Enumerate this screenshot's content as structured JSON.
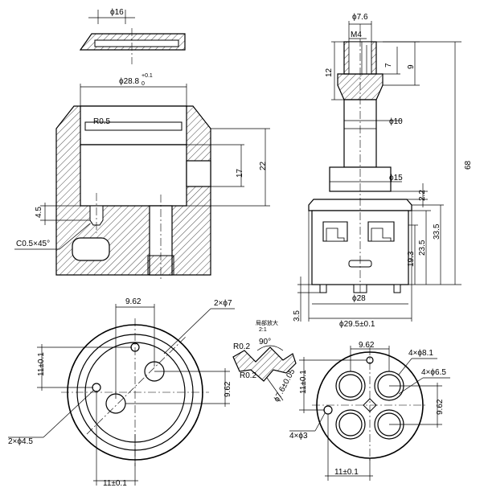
{
  "top_view": {
    "dia16": "ϕ16"
  },
  "section_view": {
    "dia_bore": "ϕ28.8",
    "tol_upper": "+0.1",
    "tol_lower": "0",
    "radius": "R0.5",
    "dim_17": "17",
    "dim_22": "22",
    "dim_45": "4.5",
    "chamfer": "C0.5×45°"
  },
  "side_view": {
    "dia_76": "ϕ7.6",
    "thread": "M4",
    "dim_12": "12",
    "dim_7": "7",
    "dim_9": "9",
    "dia_10": "ϕ10",
    "dia_15": "ϕ15",
    "dim_68": "68",
    "dim_22": "2.2",
    "dim_335": "33.5",
    "dim_235": "23.5",
    "dim_193": "19.3",
    "dia_28": "ϕ28",
    "dim_35": "3.5",
    "dia_295": "ϕ29.5±0.1"
  },
  "bottom_left": {
    "dim_962": "9.62",
    "holes_7": "2×ϕ7",
    "dim_11v": "11±0.1",
    "dim_962v": "9.62",
    "holes_45": "2×ϕ4.5",
    "dim_11h": "11±0.1"
  },
  "detail": {
    "scale_top": "局部放大",
    "scale_ratio": "2:1",
    "angle": "90°",
    "r1": "R0.2",
    "r2": "R0.2",
    "dia": "ϕ7.6±0.05"
  },
  "bottom_right": {
    "dim_962": "9.62",
    "holes_81": "4×ϕ8.1",
    "holes_65": "4×ϕ6.5",
    "dim_11v": "11±0.1",
    "dim_962v": "9.62",
    "holes_3": "4×ϕ3",
    "dim_11h": "11±0.1"
  }
}
